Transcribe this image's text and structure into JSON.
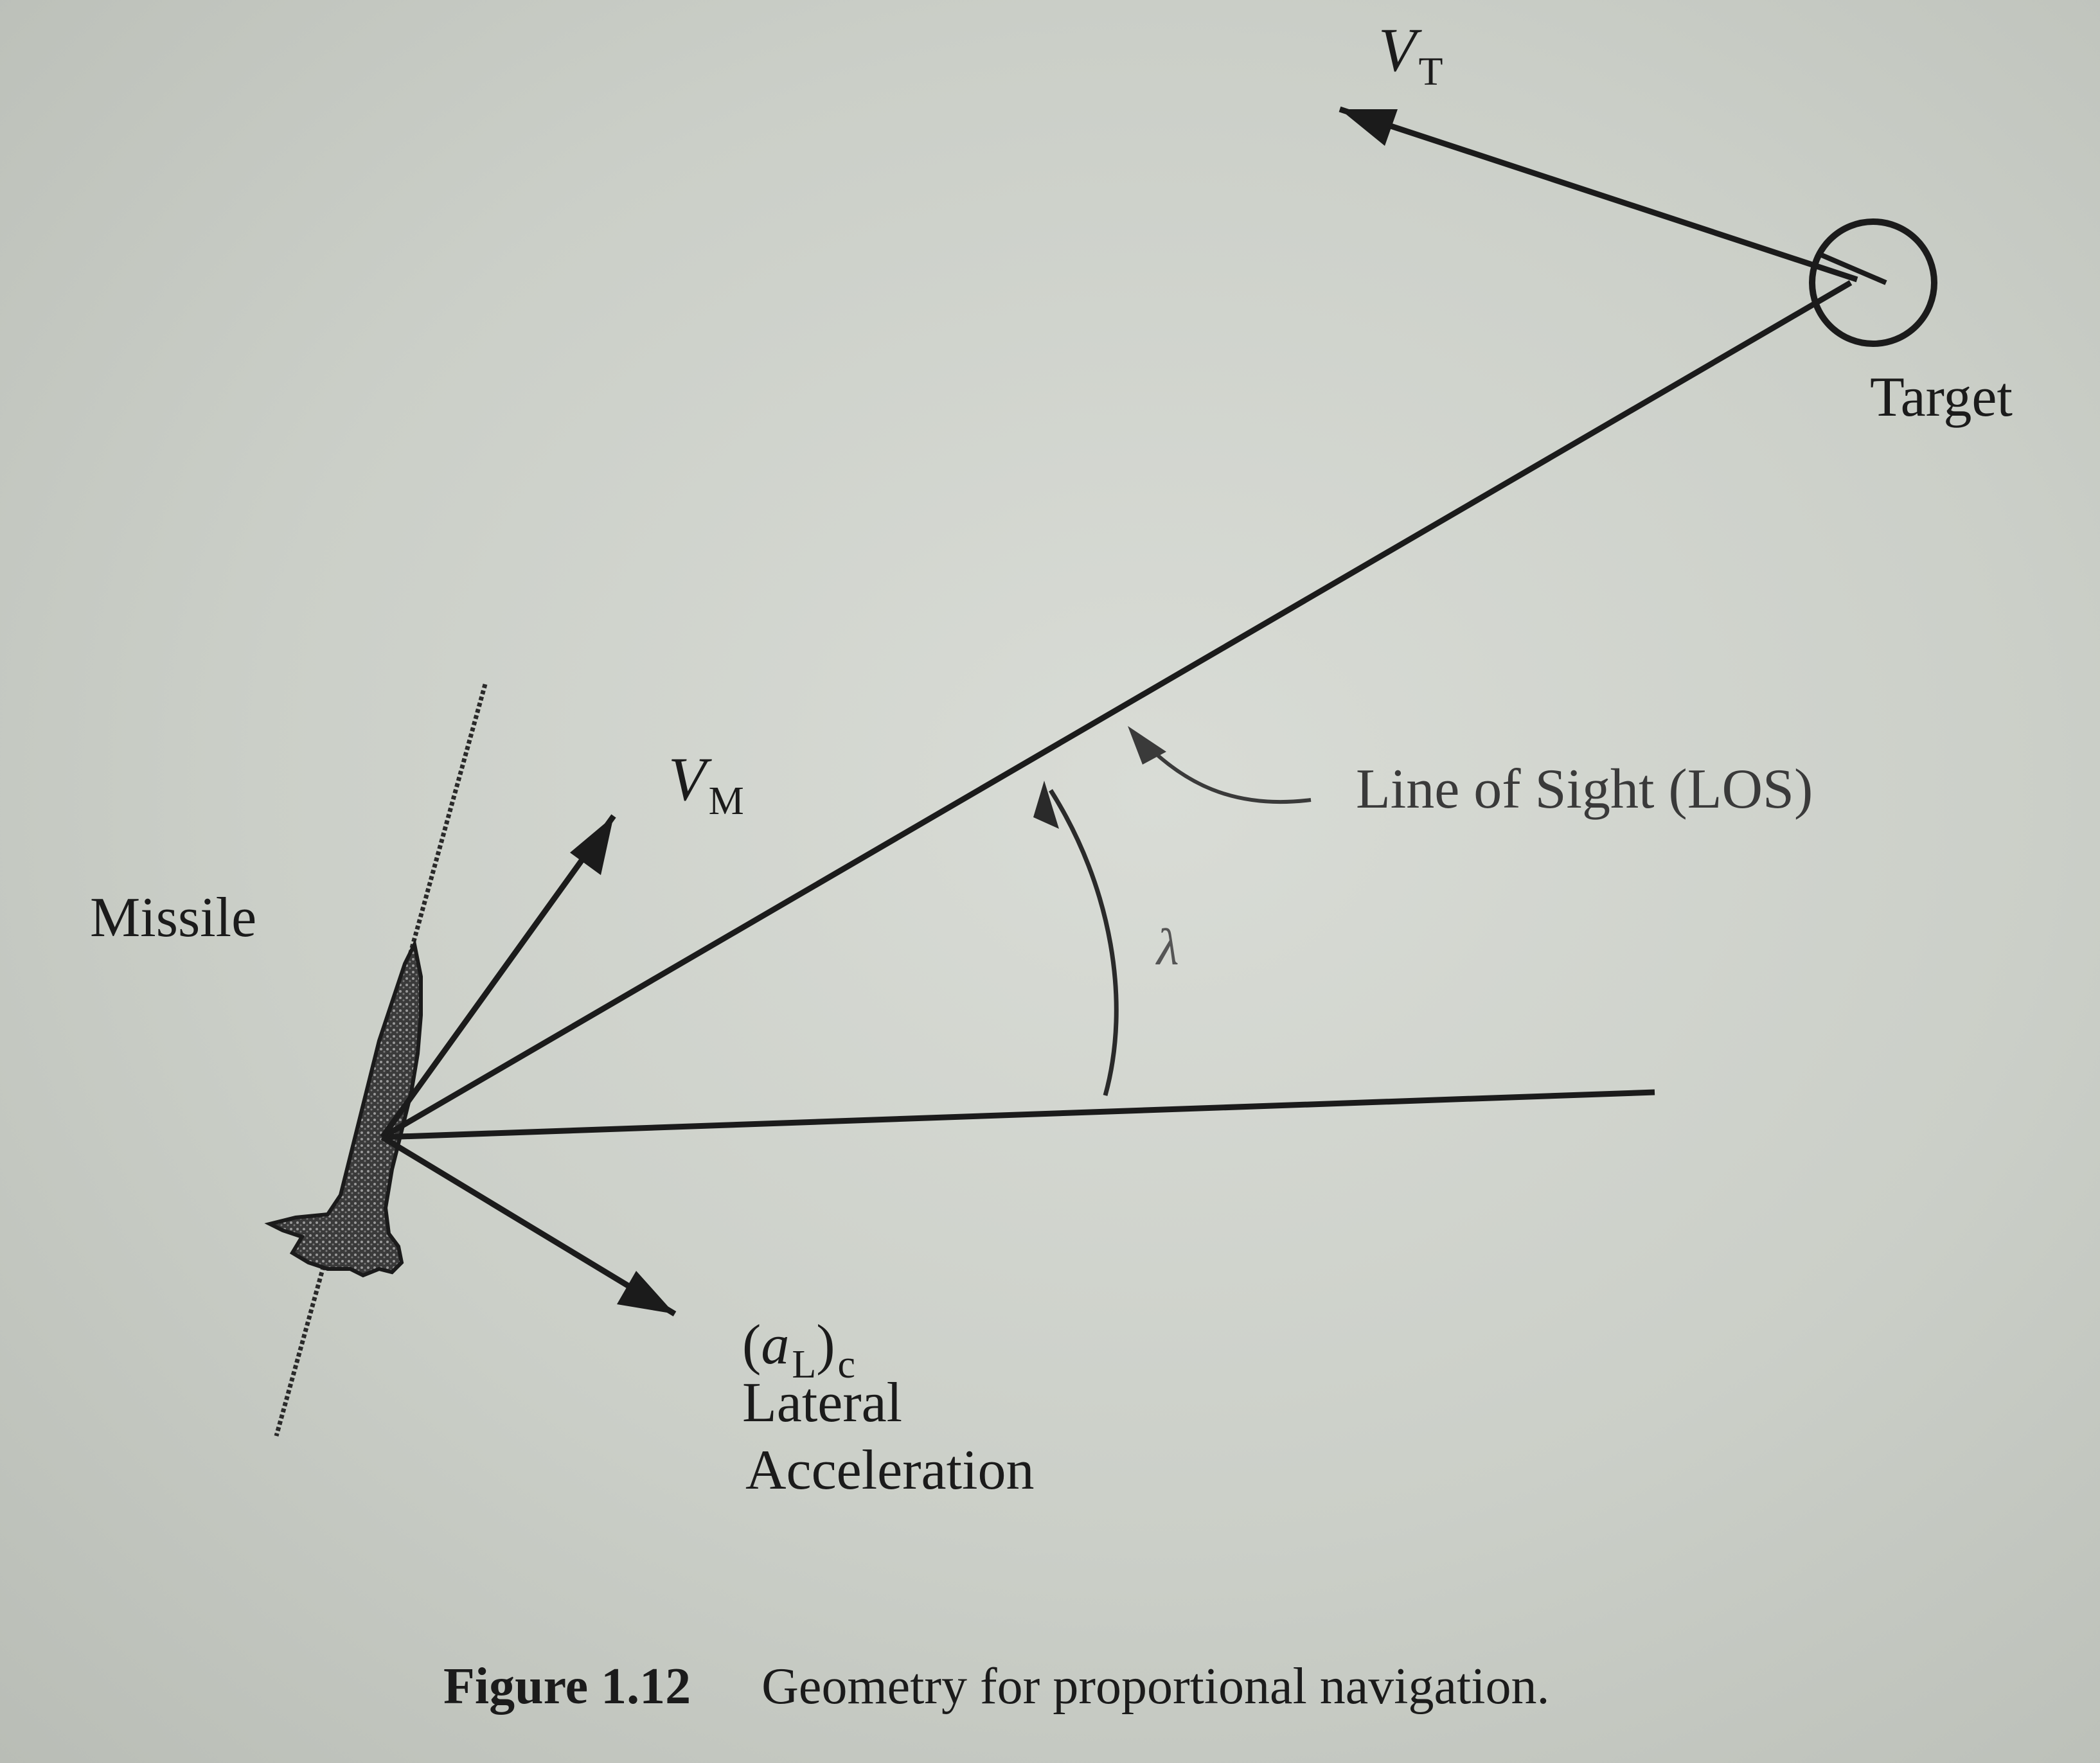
{
  "labels": {
    "target_velocity": {
      "symbol": "V",
      "subscript": "T"
    },
    "target": "Target",
    "missile_velocity": {
      "symbol": "V",
      "subscript": "M"
    },
    "missile": "Missile",
    "los": "Line of Sight (LOS)",
    "lambda": "λ",
    "accel_symbol": {
      "open": "(",
      "symbol": "a",
      "subscript_inner": "L",
      "close": ")",
      "subscript_outer": "c"
    },
    "accel_line1": "Lateral",
    "accel_line2": "Acceleration"
  },
  "caption": {
    "number": "Figure 1.12",
    "text": "Geometry for proportional navigation."
  },
  "colors": {
    "ink": "#1b1b1b",
    "paper": "#cfd2cb"
  }
}
